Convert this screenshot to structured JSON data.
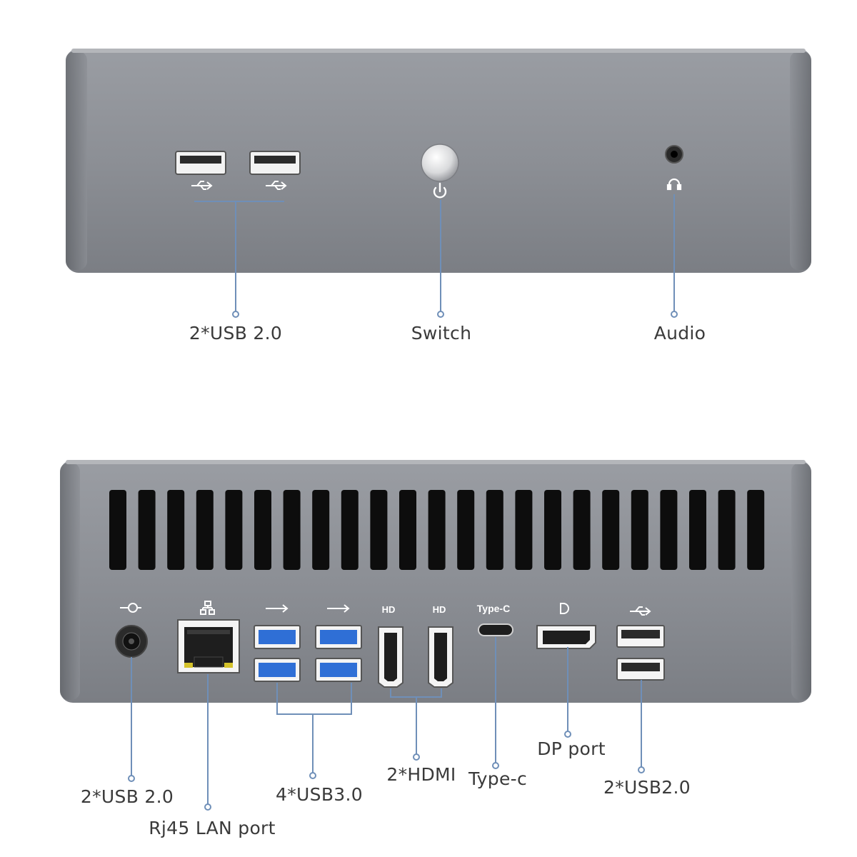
{
  "front_panel": {
    "usb_label": "2*USB 2.0",
    "switch_label": "Switch",
    "audio_label": "Audio"
  },
  "rear_panel": {
    "power_label": "2*USB 2.0",
    "lan_label": "Rj45 LAN port",
    "usb3_label": "4*USB3.0",
    "hdmi_label": "2*HDMI",
    "typec_label": "Type-c",
    "dp_label": "DP port",
    "usb2_label": "2*USB2.0"
  },
  "port_glyphs": {
    "hd_1": "HD",
    "hd_2": "HD",
    "type_c": "Type-C"
  },
  "colors": {
    "chassis": "#8a8d93",
    "callout_line": "#6f8fb8",
    "usb3_blue": "#2f6fd6",
    "label_text": "#3a3a3a"
  }
}
